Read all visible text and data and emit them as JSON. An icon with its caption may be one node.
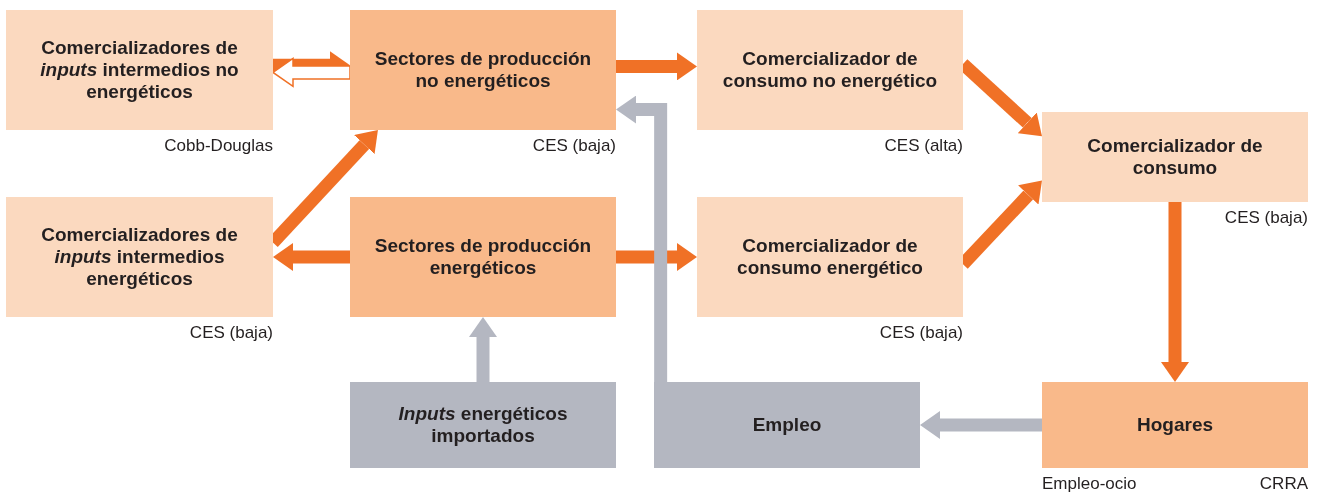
{
  "diagram": {
    "nodes": [
      {
        "text": [
          "Comercializadores de *inputs* intermedios no energéticos"
        ],
        "beside": [
          "Cobb-Douglas"
        ]
      },
      {
        "text": [
          "Sectores de producción no energéticos"
        ],
        "beside": [
          "CES (baja)"
        ]
      },
      {
        "text": [
          "Comercializador de consumo no energético"
        ],
        "beside": [
          "CES (alta)"
        ]
      },
      {
        "text": [
          "Comercializador de consumo"
        ],
        "beside": [
          "CES (baja)"
        ]
      },
      {
        "text": [
          "Comercializadores de *inputs* intermedios energéticos"
        ],
        "beside": [
          "CES (baja)"
        ]
      },
      {
        "text": [
          "Sectores de producción energéticos"
        ]
      },
      {
        "text": [
          "Comercializador de consumo energético"
        ],
        "beside": [
          "CES (baja)"
        ]
      },
      {
        "text": [
          "*Inputs* energéticos importados"
        ]
      },
      {
        "text": [
          "Empleo"
        ]
      },
      {
        "text": [
          "Hogares"
        ],
        "beside": [
          "Empleo-ocio",
          "CRRA"
        ]
      }
    ],
    "edges": [
      {
        "from": 0,
        "to": 1,
        "arrow": "to"
      },
      {
        "from": 1,
        "to": 0,
        "arrow": "to",
        "color": "#ffffff"
      },
      {
        "from": 1,
        "to": 2,
        "arrow": "to"
      },
      {
        "from": 2,
        "to": 3,
        "arrow": "to"
      },
      {
        "from": 4,
        "to": 1,
        "arrow": "to"
      },
      {
        "from": 5,
        "to": 4,
        "arrow": "to"
      },
      {
        "from": 5,
        "to": 6,
        "arrow": "to"
      },
      {
        "from": 6,
        "to": 3,
        "arrow": "to"
      },
      {
        "from": 3,
        "to": 9,
        "arrow": "to"
      },
      {
        "from": 9,
        "to": 8,
        "arrow": "to",
        "color": "#b4b7c1"
      },
      {
        "from": 7,
        "to": 5,
        "arrow": "to",
        "color": "#b4b7c1"
      },
      {
        "from": 8,
        "to": 1,
        "arrow": "to",
        "color": "#b4b7c1"
      }
    ]
  }
}
